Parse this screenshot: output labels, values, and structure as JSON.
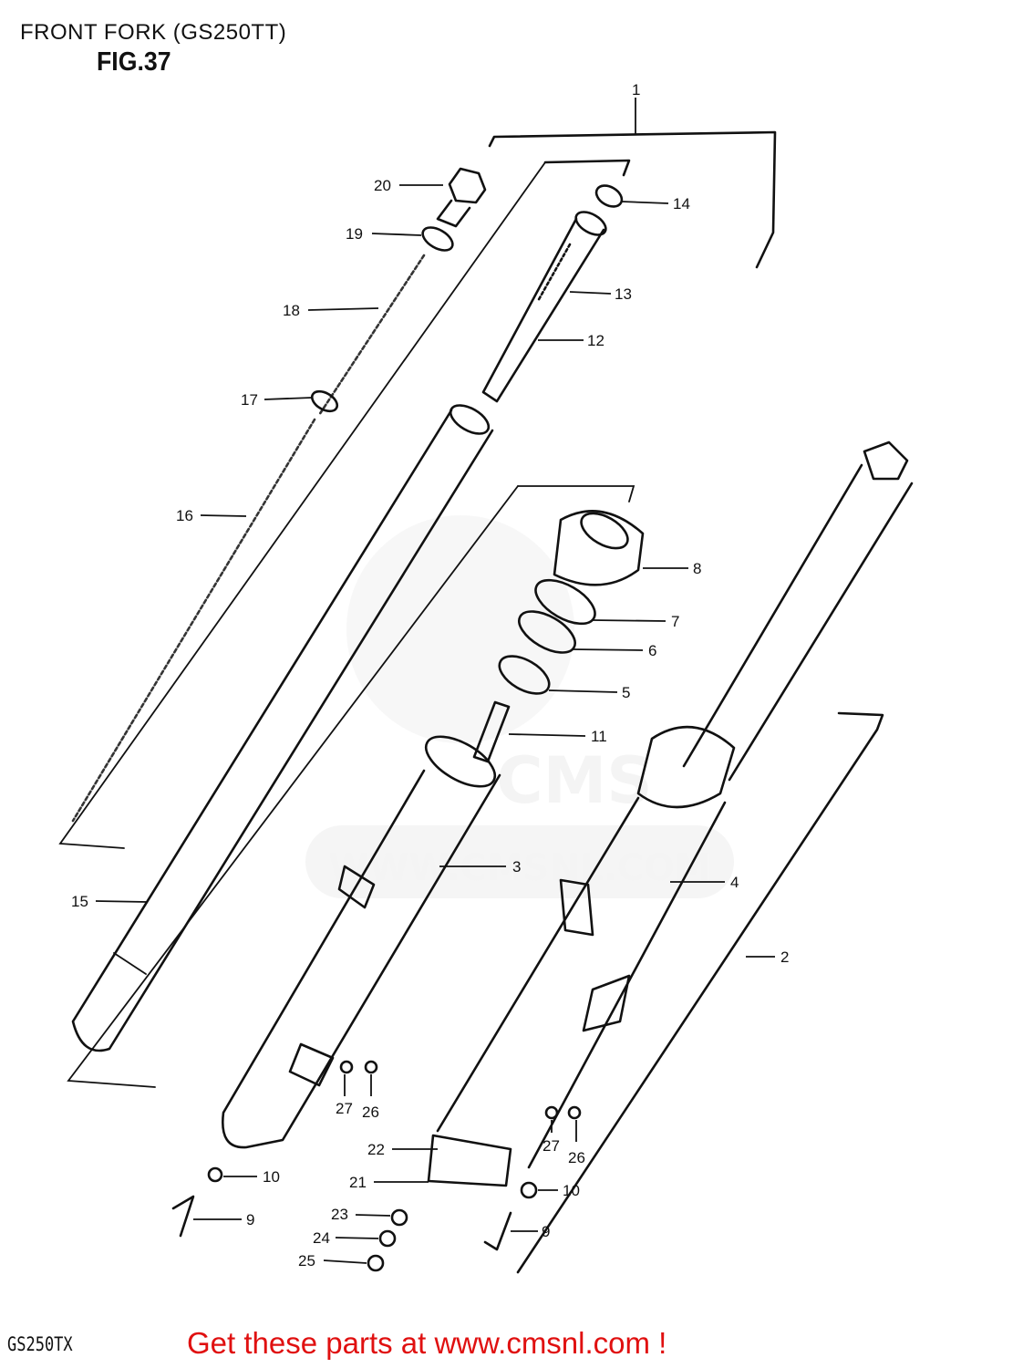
{
  "header": {
    "title": "FRONT FORK (GS250TT)",
    "figure": "FIG.37"
  },
  "footer": {
    "model_code": "GS250TX",
    "cta": "Get these parts at www.cmsnl.com !"
  },
  "watermark": {
    "text": "WWW.CMSNL.COM",
    "logo": "CMS"
  },
  "callouts": [
    "1",
    "2",
    "3",
    "4",
    "5",
    "6",
    "7",
    "8",
    "9",
    "9",
    "10",
    "10",
    "11",
    "12",
    "13",
    "14",
    "15",
    "16",
    "17",
    "18",
    "19",
    "20",
    "21",
    "22",
    "23",
    "24",
    "25",
    "26",
    "26",
    "27",
    "27"
  ]
}
